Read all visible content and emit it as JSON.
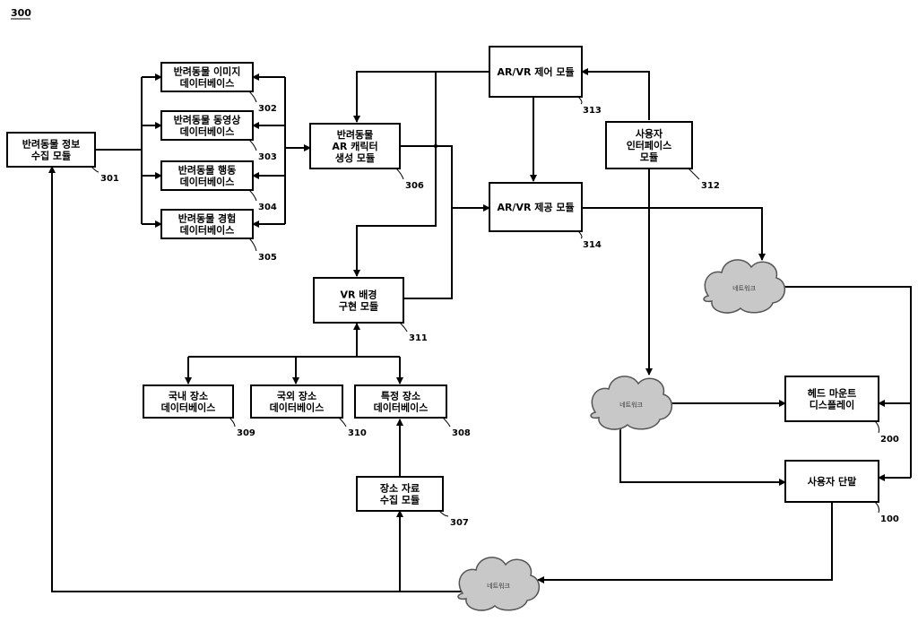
{
  "figure_number": "300",
  "modules": {
    "m301": {
      "lines": [
        "반려동물 정보",
        "수집 모듈"
      ],
      "ref": "301"
    },
    "m302": {
      "lines": [
        "반려동물 이미지",
        "데이터베이스"
      ],
      "ref": "302"
    },
    "m303": {
      "lines": [
        "반려동물 동영상",
        "데이터베이스"
      ],
      "ref": "303"
    },
    "m304": {
      "lines": [
        "반려동물 행동",
        "데이터베이스"
      ],
      "ref": "304"
    },
    "m305": {
      "lines": [
        "반려동물 경험",
        "데이터베이스"
      ],
      "ref": "305"
    },
    "m306": {
      "lines": [
        "반려동물",
        "AR 캐릭터",
        "생성 모듈"
      ],
      "ref": "306"
    },
    "m313": {
      "lines": [
        "AR/VR 제어 모듈"
      ],
      "ref": "313"
    },
    "m314": {
      "lines": [
        "AR/VR 제공 모듈"
      ],
      "ref": "314"
    },
    "m312": {
      "lines": [
        "사용자",
        "인터페이스",
        "모듈"
      ],
      "ref": "312"
    },
    "m311": {
      "lines": [
        "VR 배경",
        "구현 모듈"
      ],
      "ref": "311"
    },
    "m309": {
      "lines": [
        "국내 장소",
        "데이터베이스"
      ],
      "ref": "309"
    },
    "m310": {
      "lines": [
        "국외 장소",
        "데이터베이스"
      ],
      "ref": "310"
    },
    "m308": {
      "lines": [
        "특정 장소",
        "데이터베이스"
      ],
      "ref": "308"
    },
    "m307": {
      "lines": [
        "장소 자료",
        "수집 모듈"
      ],
      "ref": "307"
    },
    "m200": {
      "lines": [
        "헤드 마운트",
        "디스플레이"
      ],
      "ref": "200"
    },
    "m100": {
      "lines": [
        "사용자 단말"
      ],
      "ref": "100"
    }
  },
  "clouds": {
    "cloud1": "네트워크",
    "cloud2": "네트워크",
    "cloud3": "네트워크"
  }
}
